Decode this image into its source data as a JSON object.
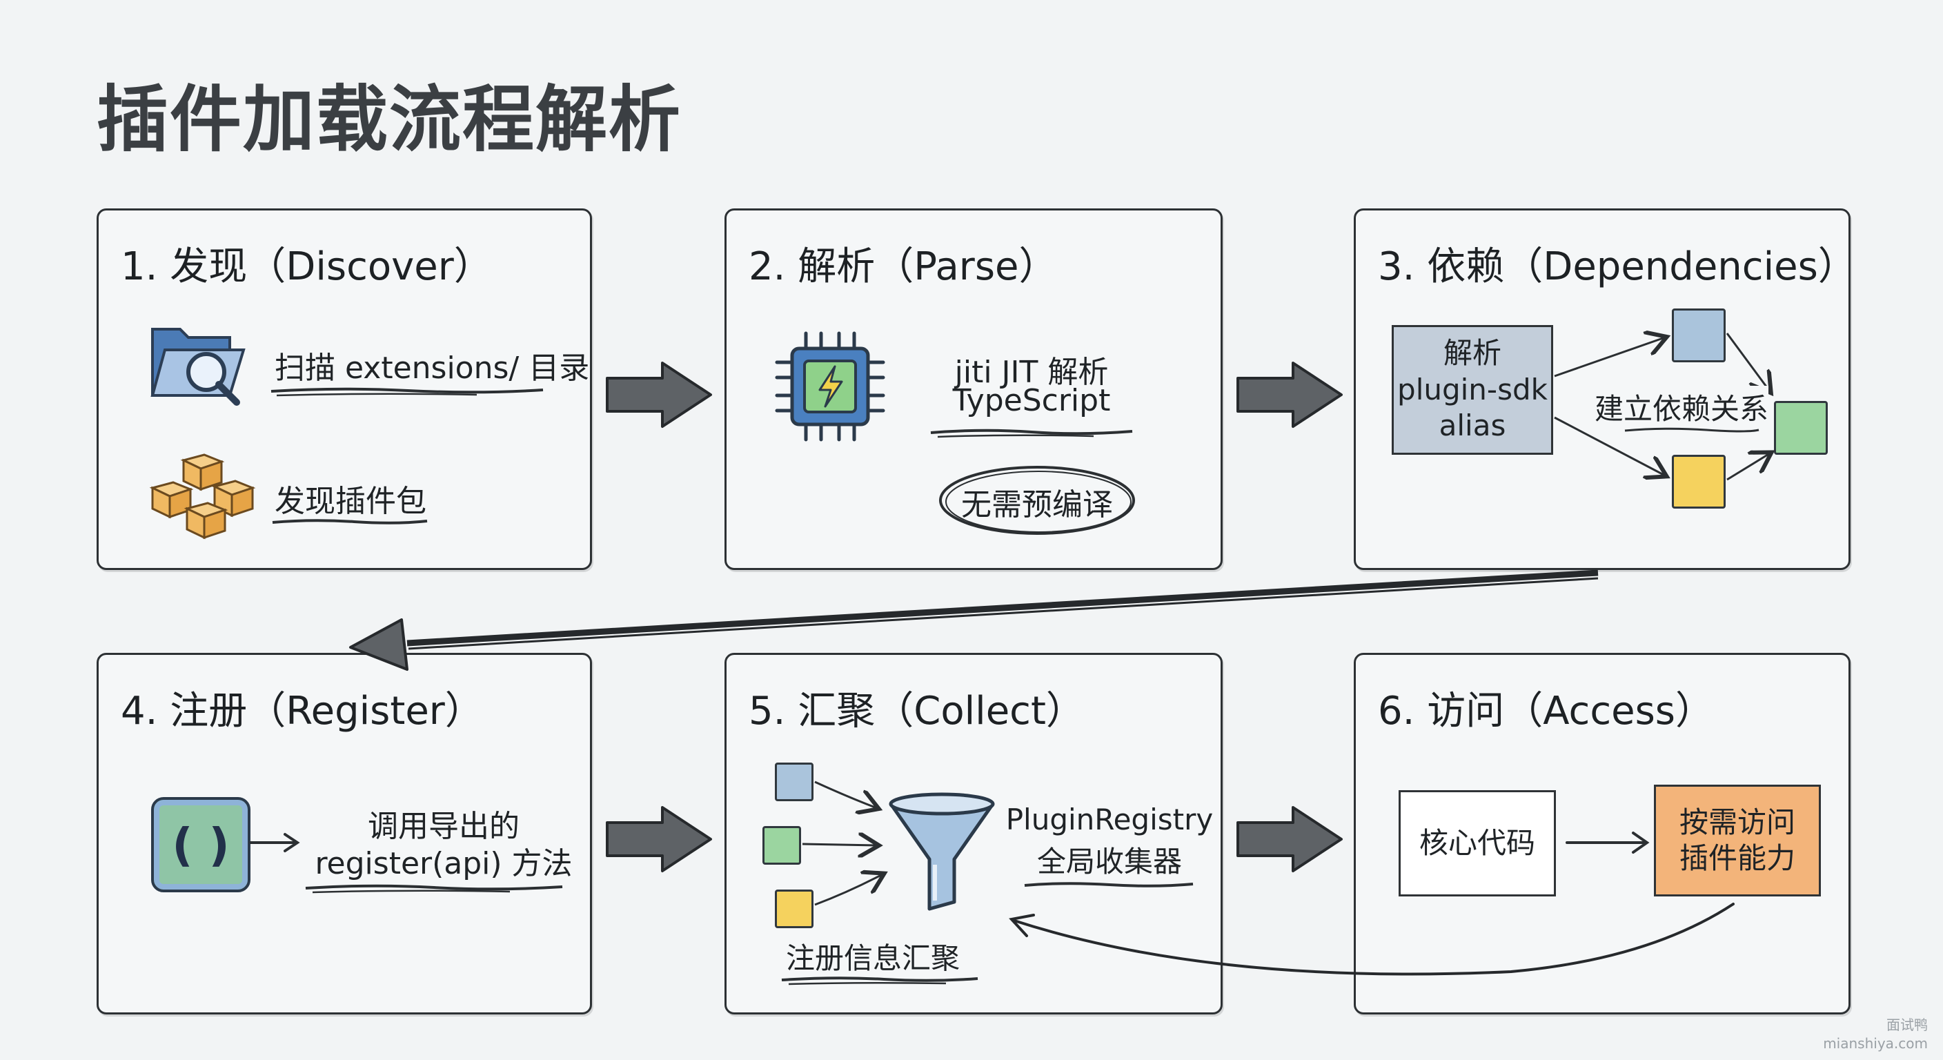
{
  "title": "插件加载流程解析",
  "panels": [
    {
      "heading": "1. 发现（Discover）",
      "items": [
        "扫描 extensions/ 目录",
        "发现插件包"
      ]
    },
    {
      "heading": "2. 解析（Parse）",
      "items": [
        "jiti JIT 解析",
        "TypeScript",
        "无需预编译"
      ]
    },
    {
      "heading": "3. 依赖（Dependencies）",
      "box_lines": [
        "解析",
        "plugin-sdk",
        "alias"
      ],
      "relation": "建立依赖关系"
    },
    {
      "heading": "4. 注册（Register）",
      "icon_glyph": "( )",
      "items": [
        "调用导出的",
        "register(api) 方法"
      ]
    },
    {
      "heading": "5. 汇聚（Collect）",
      "registry": [
        "PluginRegistry",
        "全局收集器"
      ],
      "caption": "注册信息汇聚"
    },
    {
      "heading": "6. 访问（Access）",
      "core": "核心代码",
      "access_lines": [
        "按需访问",
        "插件能力"
      ]
    }
  ],
  "watermark": [
    "面试鸭",
    "mianshiya.com"
  ],
  "colors": {
    "blue_node": "#aac4dc",
    "green_node": "#9bd5a0",
    "yellow_node": "#f5d25e",
    "orange_box": "#f3b47a",
    "gray_box": "#c3ceda",
    "arrow_fill": "#5e6266"
  },
  "icons": [
    "folder-search-icon",
    "boxes-icon",
    "chip-bolt-icon",
    "code-braces-icon",
    "funnel-icon"
  ]
}
